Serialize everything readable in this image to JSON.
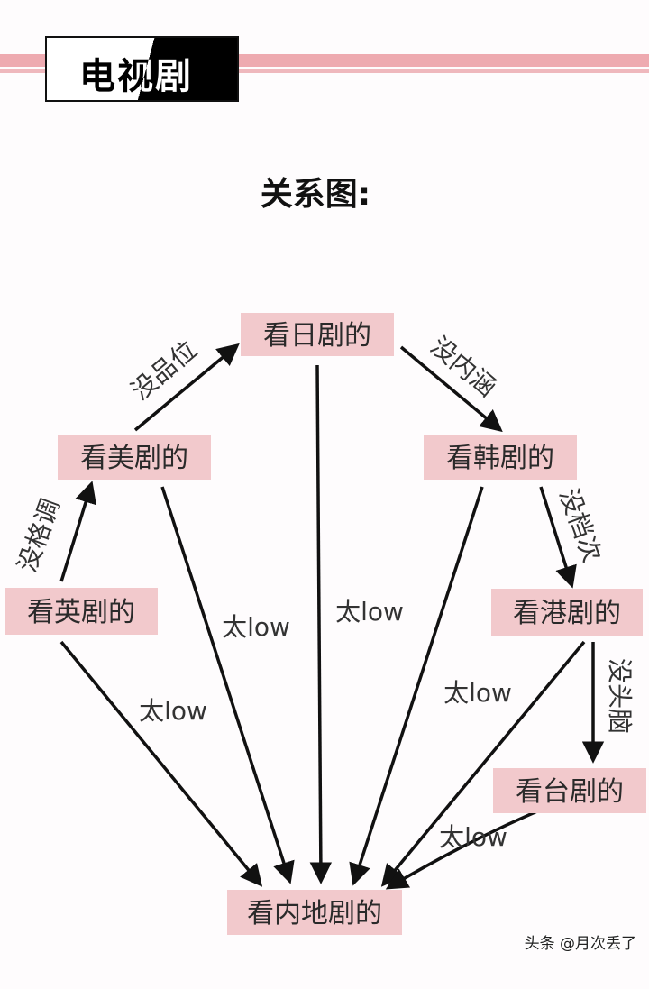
{
  "header": {
    "title": "电视剧"
  },
  "diagram": {
    "title": "关系图:",
    "nodes": {
      "japan": "看日剧的",
      "us": "看美剧的",
      "korea": "看韩剧的",
      "uk": "看英剧的",
      "hk": "看港剧的",
      "tw": "看台剧的",
      "mainland": "看内地剧的"
    },
    "edges": [
      {
        "from": "us",
        "to": "japan",
        "label": "没品位"
      },
      {
        "from": "japan",
        "to": "korea",
        "label": "没内涵"
      },
      {
        "from": "uk",
        "to": "us",
        "label": "没格调"
      },
      {
        "from": "korea",
        "to": "hk",
        "label": "没档次"
      },
      {
        "from": "hk",
        "to": "tw",
        "label": "没头脑"
      },
      {
        "from": "uk",
        "to": "mainland",
        "label": "太low"
      },
      {
        "from": "us",
        "to": "mainland",
        "label": "太low"
      },
      {
        "from": "japan",
        "to": "mainland",
        "label": "太low"
      },
      {
        "from": "korea",
        "to": "mainland",
        "label": "太low"
      },
      {
        "from": "hk",
        "to": "mainland",
        "label": ""
      },
      {
        "from": "tw",
        "to": "mainland",
        "label": "太low"
      }
    ],
    "node_color": "#f2c9cc",
    "band_color": "#eeaab0"
  },
  "watermark": "头条 @月次丢了"
}
